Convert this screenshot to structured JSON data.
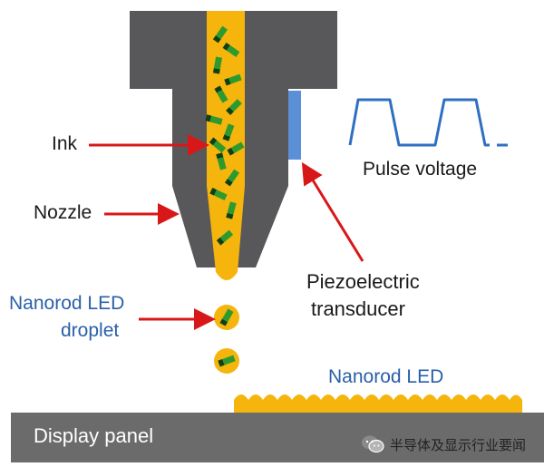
{
  "labels": {
    "ink": "Ink",
    "nozzle": "Nozzle",
    "pulse_voltage": "Pulse voltage",
    "piezo_line1": "Piezoelectric",
    "piezo_line2": "transducer",
    "nanorod_droplet_line1": "Nanorod LED",
    "nanorod_droplet_line2": "droplet",
    "nanorod_led": "Nanorod LED",
    "display_panel": "Display panel"
  },
  "watermark": {
    "text": "半导体及显示行业要闻",
    "icon": "wechat-icon"
  },
  "colors": {
    "nozzle_body": "#58585a",
    "ink": "#f5b50d",
    "nanorod_green": "#2e9a2e",
    "nanorod_dark": "#143d14",
    "transducer": "#5b8fd6",
    "pulse_wave": "#2f6fc2",
    "arrow": "#d81818",
    "panel": "#6b6b6b",
    "label_blue": "#2a5fa8"
  }
}
